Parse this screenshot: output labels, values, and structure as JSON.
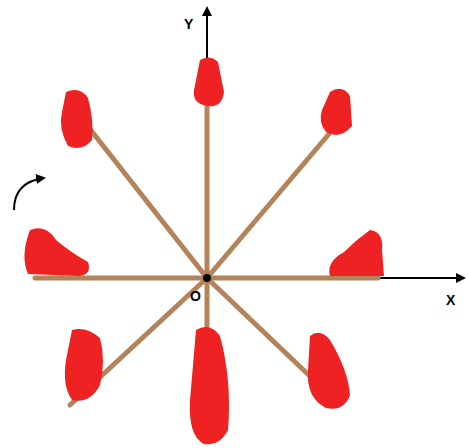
{
  "diagram": {
    "labels": [
      "Y",
      "X",
      "O"
    ]
  }
}
